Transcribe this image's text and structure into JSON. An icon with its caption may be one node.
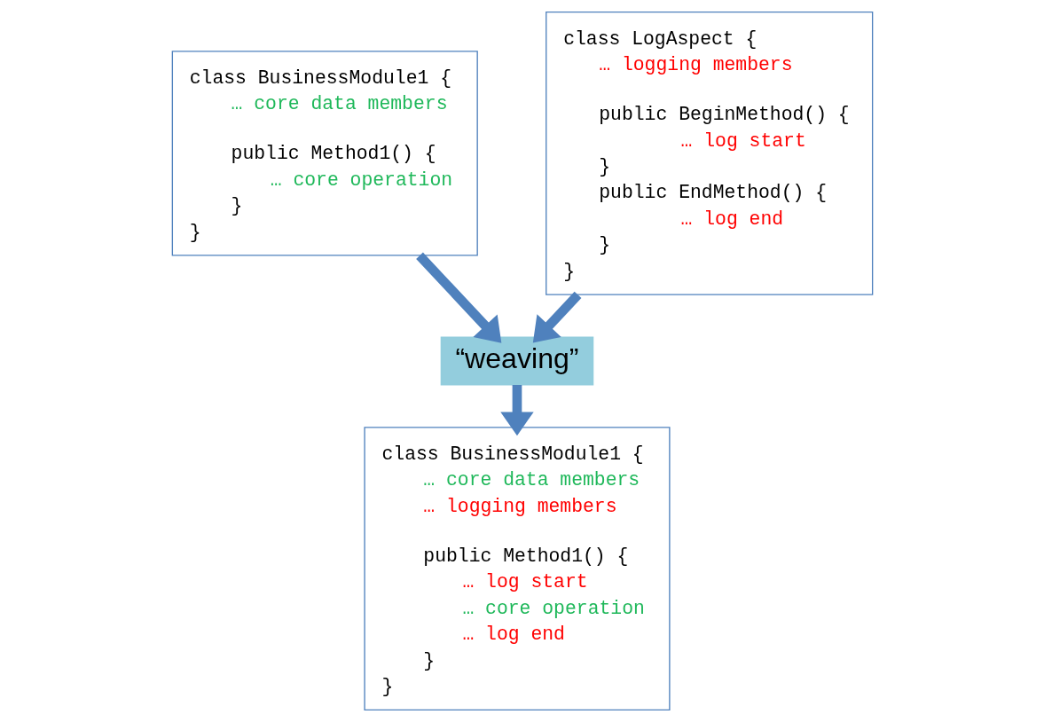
{
  "diagram": {
    "nodes": [
      {
        "text": [
          "class BusinessModule1 {",
          "… core data members",
          "public Method1() {",
          "… core operation",
          "}",
          "}"
        ]
      },
      {
        "text": [
          "class LogAspect {",
          "… logging members",
          "public BeginMethod() {",
          "… log start",
          "}",
          "public EndMethod() {",
          "… log end",
          "}",
          "}"
        ]
      },
      {
        "text": [
          "“weaving”"
        ]
      },
      {
        "text": [
          "class BusinessModule1 {",
          "… core data members",
          "… logging members",
          "public Method1() {",
          "… log start",
          "… core operation",
          "… log end",
          "}",
          "}"
        ]
      }
    ],
    "edges": [
      {
        "from": 0,
        "to": 2,
        "arrow": "to"
      },
      {
        "from": 1,
        "to": 2,
        "arrow": "to"
      },
      {
        "from": 2,
        "to": 3,
        "arrow": "to"
      }
    ]
  }
}
